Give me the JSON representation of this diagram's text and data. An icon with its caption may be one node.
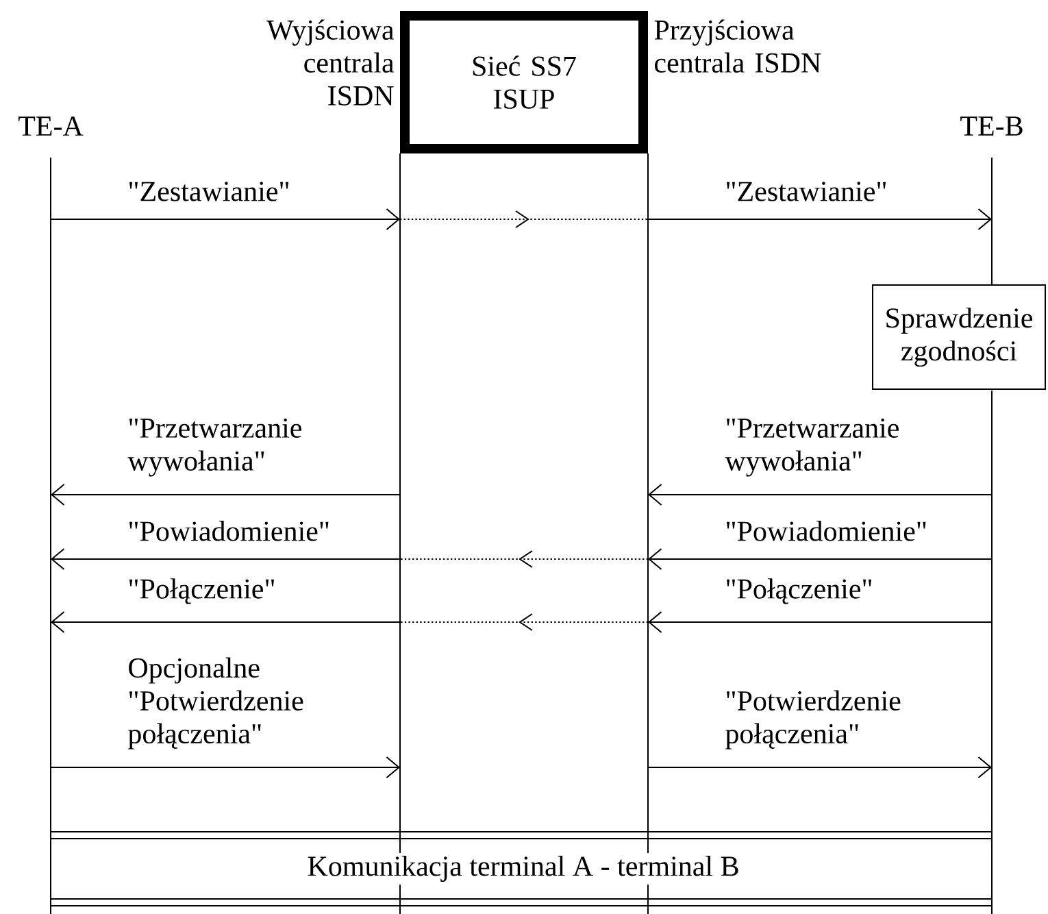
{
  "diagram": {
    "nodes": [
      {
        "text": [
          "TE-A"
        ]
      },
      {
        "text": [
          "Wyjściowa centrala ISDN"
        ]
      },
      {
        "text": [
          "Sieć SS7 ISUP"
        ]
      },
      {
        "text": [
          "Przyjściowa centrala ISDN"
        ]
      },
      {
        "text": [
          "TE-B"
        ]
      },
      {
        "text": [
          "Sprawdzenie zgodności"
        ]
      }
    ],
    "edges": [
      {
        "from": 0,
        "to": 1,
        "arrow": "to",
        "label": "\"Zestawianie\""
      },
      {
        "from": 1,
        "to": 3,
        "arrow": "to",
        "style": "dashed"
      },
      {
        "from": 3,
        "to": 4,
        "arrow": "to",
        "label": "\"Zestawianie\""
      },
      {
        "from": 1,
        "to": 0,
        "arrow": "to",
        "label": "\"Przetwarzanie wywołania\""
      },
      {
        "from": 4,
        "to": 3,
        "arrow": "to",
        "label": "\"Przetwarzanie wywołania\""
      },
      {
        "from": 1,
        "to": 0,
        "arrow": "to",
        "label": "\"Powiadomienie\""
      },
      {
        "from": 3,
        "to": 1,
        "arrow": "to",
        "style": "dashed"
      },
      {
        "from": 4,
        "to": 3,
        "arrow": "to",
        "label": "\"Powiadomienie\""
      },
      {
        "from": 1,
        "to": 0,
        "arrow": "to",
        "label": "\"Połączenie\""
      },
      {
        "from": 3,
        "to": 1,
        "arrow": "to",
        "style": "dashed"
      },
      {
        "from": 4,
        "to": 3,
        "arrow": "to",
        "label": "\"Połączenie\""
      },
      {
        "from": 0,
        "to": 1,
        "arrow": "to",
        "label": "Opcjonalne \"Potwierdzenie połączenia\""
      },
      {
        "from": 3,
        "to": 4,
        "arrow": "to",
        "label": "\"Potwierdzenie połączenia\""
      }
    ],
    "labels": [
      "Komunikacja terminal A - terminal B"
    ]
  }
}
